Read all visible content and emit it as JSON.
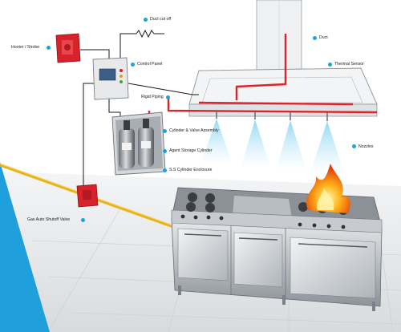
{
  "labels": {
    "duct_cut_off": "Duct cut off",
    "duct": "Duct",
    "hooter_strobe": "Hooter / Strobe",
    "control_panel": "Control Panel",
    "thermal_sensor": "Thermal Sensor",
    "rigid_piping": "Rigid Piping",
    "cylinder_valve_assembly": "Cylinder & Valve Assembly",
    "agent_storage_cylinder": "Agent Storage Cylinder",
    "ss_cylinder_enclosure": "S.S Cylinder Enclosure",
    "nozzles": "Nozzles",
    "gas_auto_shutoff_valve": "Gas Auto Shutoff Valve"
  },
  "colors": {
    "marker": "#19a6d6",
    "piping": "#d9262b",
    "gas_line": "#e8b418",
    "corner_accent": "#1f9fdc"
  }
}
